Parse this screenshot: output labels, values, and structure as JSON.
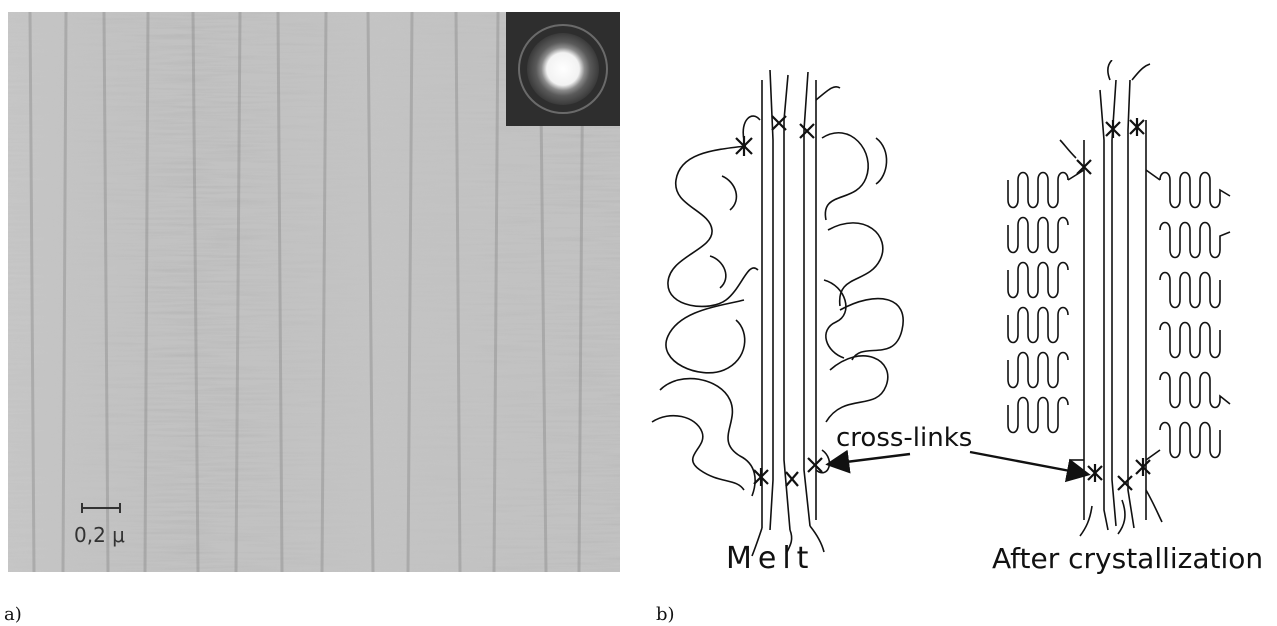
{
  "panel_a": {
    "label": "a)",
    "scale_bar": "0,2 μ"
  },
  "panel_b": {
    "label": "b)",
    "annotation": "cross-links",
    "melt_caption": "Melt",
    "crystallized_caption": "After crystallization"
  }
}
